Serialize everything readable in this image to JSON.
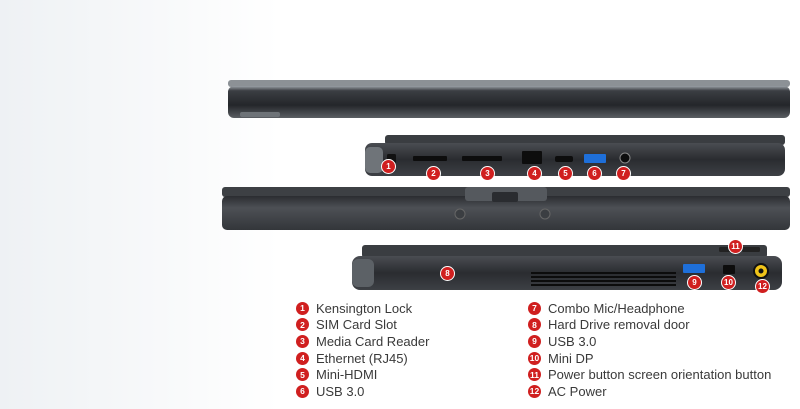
{
  "callouts": [
    "1",
    "2",
    "3",
    "4",
    "5",
    "6",
    "7",
    "8",
    "9",
    "10",
    "11",
    "12"
  ],
  "legend": {
    "left": [
      {
        "num": "1",
        "label": "Kensington Lock"
      },
      {
        "num": "2",
        "label": "SIM Card Slot"
      },
      {
        "num": "3",
        "label": "Media Card Reader"
      },
      {
        "num": "4",
        "label": "Ethernet (RJ45)"
      },
      {
        "num": "5",
        "label": "Mini-HDMI"
      },
      {
        "num": "6",
        "label": "USB 3.0"
      }
    ],
    "right": [
      {
        "num": "7",
        "label": "Combo Mic/Headphone"
      },
      {
        "num": "8",
        "label": "Hard Drive removal door"
      },
      {
        "num": "9",
        "label": "USB 3.0"
      },
      {
        "num": "10",
        "label": "Mini DP"
      },
      {
        "num": "11",
        "label": "Power button screen orientation button"
      },
      {
        "num": "12",
        "label": "AC Power"
      }
    ]
  },
  "colors": {
    "marker": "#d01f1f",
    "body_dark": "#2d2f33",
    "usb_blue": "#1e6fd9",
    "power_yellow": "#f0c419"
  }
}
